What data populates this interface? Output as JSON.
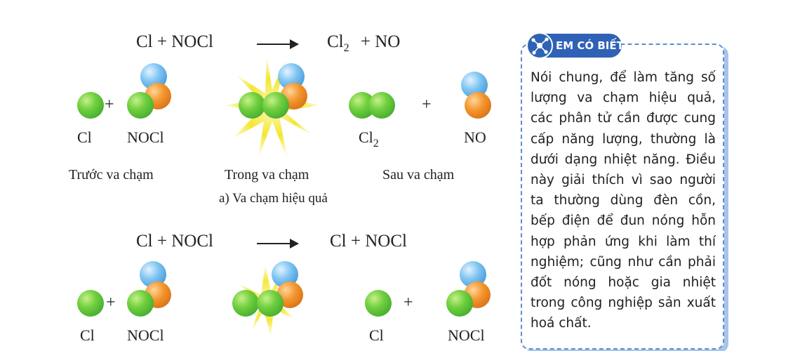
{
  "diagram_a": {
    "equation": {
      "left": "Cl  +  NOCl",
      "right_cl": "Cl",
      "right_sub": "2",
      "right_rest": "+   NO"
    },
    "before_labels": {
      "cl": "Cl",
      "nocl": "NOCl"
    },
    "after_labels": {
      "cl2": "Cl",
      "cl2_sub": "2",
      "no": "NO"
    },
    "stage_labels": {
      "before": "Trước va chạm",
      "during": "Trong va chạm",
      "after": "Sau va chạm"
    },
    "caption": "a) Va chạm hiệu quả",
    "plus": "+"
  },
  "diagram_b": {
    "equation": {
      "left": "Cl  +  NOCl",
      "right": "Cl  +  NOCl"
    },
    "before_labels": {
      "cl": "Cl",
      "nocl": "NOCl"
    },
    "after_labels": {
      "cl": "Cl",
      "nocl": "NOCl"
    },
    "plus": "+"
  },
  "info_box": {
    "badge": "EM CÓ BIẾT",
    "text": "Nói chung, để làm tăng số lượng va chạm hiệu quả, các phân tử cần được cung cấp năng lượng, thường là dưới dạng nhiệt năng. Điều này giải thích vì sao người ta thường dùng đèn cồn, bếp điện để đun nóng hỗn hợp phản ứng khi làm thí nghiệm; cũng như cần phải đốt nóng hoặc gia nhiệt trong công nghiệp sản xuất hoá chất."
  },
  "colors": {
    "cl_atom": "#6fcf3d",
    "n_atom": "#f4952c",
    "o_atom": "#7ec4f2",
    "flash": "#f3e41a",
    "box_border": "#5b8ed0",
    "badge_bg": "#2f62b5"
  }
}
